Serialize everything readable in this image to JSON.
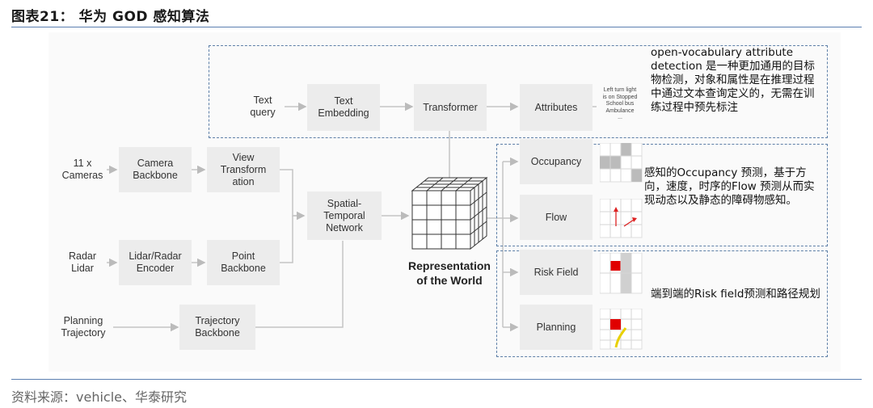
{
  "figure_title": "图表21：  华为 GOD 感知算法",
  "source": "资料来源：vehicle、华泰研究",
  "inputs": {
    "text_query": "Text\nquery",
    "cameras": "11 x\nCameras",
    "radar_lidar": "Radar\nLidar",
    "planning_trajectory": "Planning\nTrajectory"
  },
  "blocks": {
    "text_embedding": "Text\nEmbedding",
    "transformer": "Transformer",
    "attributes": "Attributes",
    "camera_backbone": "Camera\nBackbone",
    "view_transformation": "View\nTransform\nation",
    "lidar_radar_encoder": "Lidar/Radar\nEncoder",
    "point_backbone": "Point\nBackbone",
    "spatial_temporal_network": "Spatial-\nTemporal\nNetwork",
    "trajectory_backbone": "Trajectory\nBackbone",
    "occupancy": "Occupancy",
    "flow": "Flow",
    "risk_field": "Risk Field",
    "planning": "Planning"
  },
  "world_label": "Representation\nof the World",
  "attribute_examples": "Left turn light\nis on Stopped\nSchool bus\nAmbulance\n...",
  "notes": {
    "attributes": "open-vocabulary attribute detection 是一种更加通用的目标物检测，对象和属性是在推理过程中通过文本查询定义的，无需在训练过程中预先标注",
    "occupancy_flow": "感知的Occupancy 预测，基于方向，速度，时序的Flow 预测从而实现动态以及静态的障碍物感知。",
    "risk_planning": "端到端的Risk field预测和路径规划"
  },
  "colors": {
    "box_fill": "#ececec",
    "dashed_border": "#5d7fa7",
    "risk_red": "#e00000",
    "path_yellow": "#e8d000",
    "rule_blue": "#5b7fb0"
  }
}
